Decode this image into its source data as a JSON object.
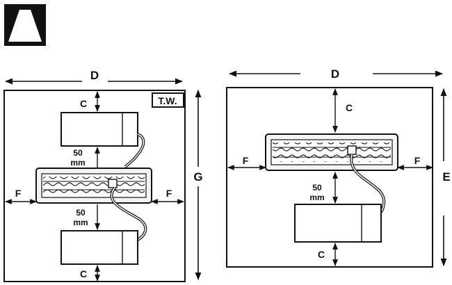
{
  "warning_symbol": "warning-triangle-icon",
  "colors": {
    "ink": "#111111",
    "paper": "#ffffff",
    "fixture_fill": "#f4f4f4"
  },
  "left_diagram": {
    "label_width": "D",
    "label_height": "G",
    "label_top_clearance": "C",
    "label_bottom_clearance": "C",
    "label_side_left": "F",
    "label_side_right": "F",
    "label_gap_upper_line1": "50",
    "label_gap_upper_line2": "mm",
    "label_gap_lower_line1": "50",
    "label_gap_lower_line2": "mm",
    "badge": "T.W."
  },
  "right_diagram": {
    "label_width": "D",
    "label_height": "E",
    "label_top_clearance": "C",
    "label_bottom_clearance": "C",
    "label_side_left": "F",
    "label_side_right": "F",
    "label_gap_line1": "50",
    "label_gap_line2": "mm"
  }
}
